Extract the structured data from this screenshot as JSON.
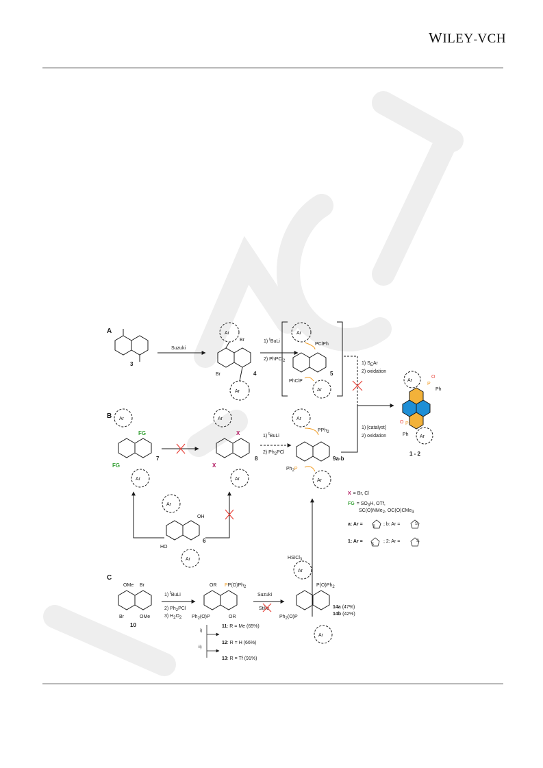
{
  "header": {
    "publisher_logo": "WILEY-VCH",
    "logo_parts": [
      "W",
      "ILEY",
      "-",
      "VCH"
    ]
  },
  "colors": {
    "rule": "#b9b9b9",
    "phosphorus": "#f29a1e",
    "fg_green": "#3aa33a",
    "x_magenta": "#b0135c",
    "red_cross": "#e8453c",
    "ring_blue": "#1f8fd6",
    "ring_orange": "#f3b23a",
    "watermark": "#eeeeee"
  },
  "scheme": {
    "sections": [
      "A",
      "B",
      "C"
    ],
    "section_a": {
      "reagent_suzuki": "Suzuki",
      "step1": "1) ",
      "step1_sup": "t",
      "step1_rest": "BuLi",
      "step2": "2) PhPCl",
      "step2_sub": "2",
      "compound_3": "3",
      "compound_4": "4",
      "compound_5": "5",
      "br": "Br",
      "pclph": "PClPh",
      "phclp": "PhClP",
      "ar": "Ar",
      "seAr_1": "1) S",
      "seAr_sub": "E",
      "seAr_rest": "Ar",
      "oxidation_1": "2) oxidation"
    },
    "section_b": {
      "fg": "FG",
      "x": "X",
      "compound_7": "7",
      "compound_8": "8",
      "compound_6": "6",
      "compound_9": "9a-b",
      "step1": "1) ",
      "step1_sup": "t",
      "step1_rest": "BuLi",
      "step2": "2) Ph",
      "step2_sub": "2",
      "step2_rest": "PCl",
      "pph2": "PPh",
      "pph2_sub": "2",
      "ph2p": "Ph",
      "ph2p_sub": "2",
      "oh": "OH",
      "ho": "HO",
      "catalyst": "1) [catalyst]",
      "oxidation_2": "2) oxidation",
      "hsicl3": "HSiCl",
      "hsicl3_sub": "3",
      "product": "1 - 2",
      "o_label": "O",
      "p_label": "P",
      "ph_label": "Ph"
    },
    "legend": {
      "x_def": "= Br, Cl",
      "fg_def_1": "= SO",
      "fg_def_1_sub": "3",
      "fg_def_1_rest": "H, OTf,",
      "fg_def_2": "SC(O)NMe",
      "fg_def_2_sub": "2",
      "fg_def_2_rest": ", OC(O)CMe",
      "fg_def_2_sub2": "3",
      "a_def": "a: Ar =",
      "b_def": "; b: Ar =",
      "one_def": "1: Ar =",
      "two_def": "; 2: Ar =",
      "s_atom": "S"
    },
    "section_c": {
      "ome": "OMe",
      "br": "Br",
      "compound_10": "10",
      "step1": "1) ",
      "step1_sup": "t",
      "step1_rest": "BuLi",
      "step2": "2) Ph",
      "step2_sub": "2",
      "step2_rest": "PCl",
      "step3": "3) H",
      "step3_sub": "2",
      "step3_mid": "O",
      "step3_sub2": "2",
      "or": "OR",
      "pooph2": "P(O)Ph",
      "pooph2_sub": "2",
      "ph2op": "Ph",
      "ph2op_sub": "2",
      "ph2op_rest": "(O)P",
      "suzuki": "Suzuki",
      "stille": "Stille",
      "i": "i)",
      "ii": "ii)",
      "r11": "11",
      "r11_text": ": R = Me (65%)",
      "r12": "12",
      "r12_text": ": R = H (66%)",
      "r13": "13",
      "r13_text": ": R = Tf (91%)",
      "c14a": "14a",
      "c14a_text": "(47%)",
      "c14b": "14b",
      "c14b_text": "(42%)"
    }
  }
}
